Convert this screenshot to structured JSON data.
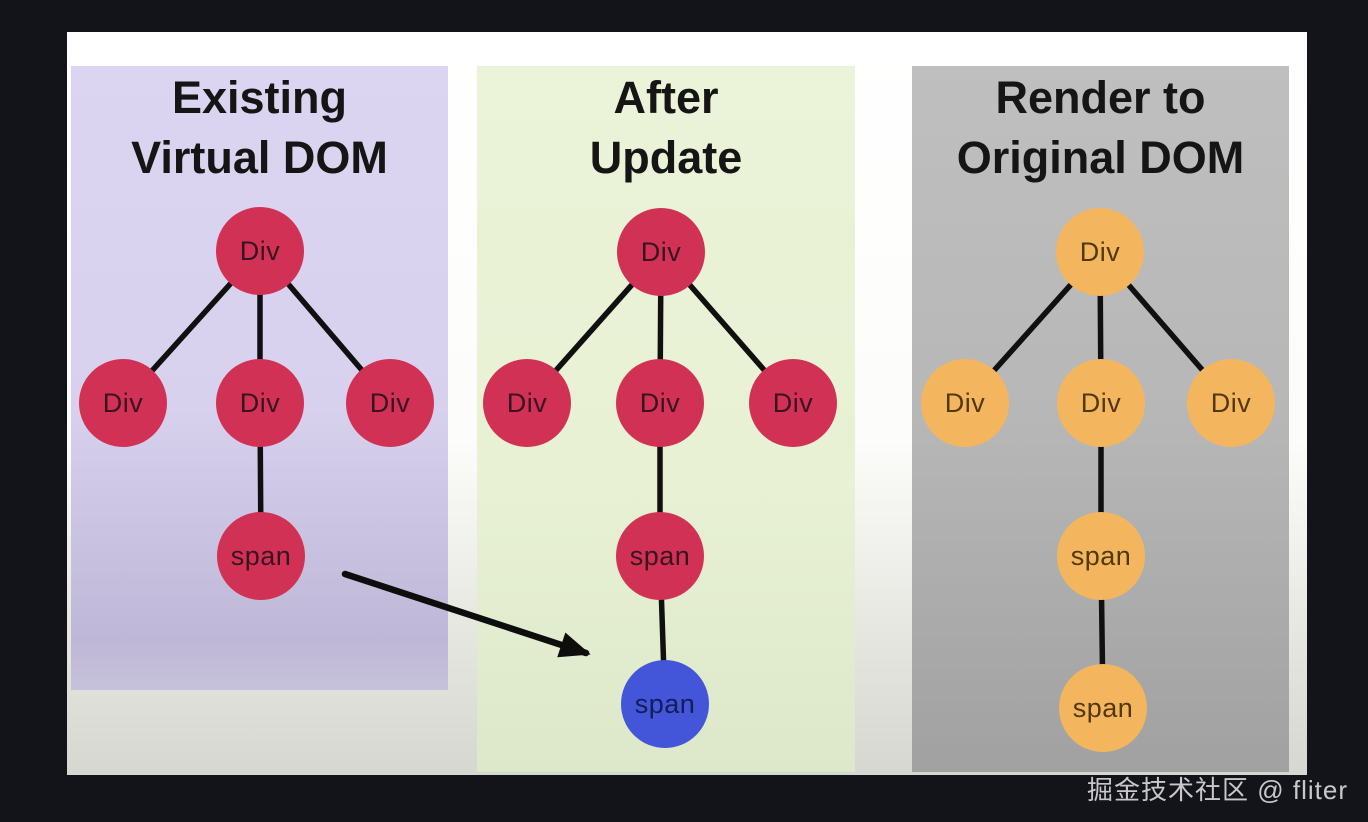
{
  "scene": {
    "background_color": "#13131a",
    "card_color": "#ffffff",
    "edge_color": "#101010"
  },
  "panels": [
    {
      "title_line1": "Existing",
      "title_line2": "Virtual DOM",
      "bg_color_top": "#dbd5f1",
      "bg_color_bottom": "#beb7d7",
      "node_color": "#d13154",
      "nodes": [
        {
          "label": "Div"
        },
        {
          "label": "Div"
        },
        {
          "label": "Div"
        },
        {
          "label": "Div"
        },
        {
          "label": "span"
        }
      ],
      "edges": [
        {
          "from": 0,
          "to": 1
        },
        {
          "from": 0,
          "to": 2
        },
        {
          "from": 0,
          "to": 3
        },
        {
          "from": 2,
          "to": 4
        }
      ]
    },
    {
      "title_line1": "After",
      "title_line2": "Update",
      "bg_color_top": "#ebf3d8",
      "bg_color_bottom": "#dde7c9",
      "node_color": "#d13154",
      "changed_node_color": "#4355d9",
      "nodes": [
        {
          "label": "Div"
        },
        {
          "label": "Div"
        },
        {
          "label": "Div"
        },
        {
          "label": "Div"
        },
        {
          "label": "span"
        },
        {
          "label": "span",
          "changed": true
        }
      ],
      "edges": [
        {
          "from": 0,
          "to": 1
        },
        {
          "from": 0,
          "to": 2
        },
        {
          "from": 0,
          "to": 3
        },
        {
          "from": 2,
          "to": 4
        },
        {
          "from": 4,
          "to": 5
        }
      ]
    },
    {
      "title_line1": "Render to",
      "title_line2": "Original DOM",
      "bg_color_top": "#bfbfbf",
      "bg_color_bottom": "#a1a1a1",
      "node_color": "#f3b65e",
      "nodes": [
        {
          "label": "Div"
        },
        {
          "label": "Div"
        },
        {
          "label": "Div"
        },
        {
          "label": "Div"
        },
        {
          "label": "span"
        },
        {
          "label": "span"
        }
      ],
      "edges": [
        {
          "from": 0,
          "to": 1
        },
        {
          "from": 0,
          "to": 2
        },
        {
          "from": 0,
          "to": 3
        },
        {
          "from": 2,
          "to": 4
        },
        {
          "from": 4,
          "to": 5
        }
      ]
    }
  ],
  "arrow": {
    "from_panel": 0,
    "from_node_label": "span",
    "to_panel": 1,
    "to_node_label": "span",
    "color": "#0d0d0d"
  },
  "watermark": {
    "text": "掘金技术社区 @ fliter",
    "color": "#e9e9e9"
  }
}
